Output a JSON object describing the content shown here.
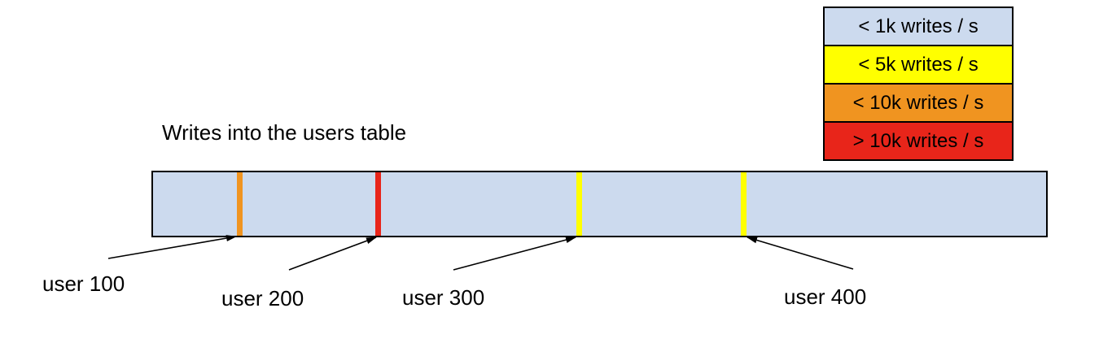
{
  "title": "Writes into the users table",
  "legend": {
    "items": [
      {
        "label": "< 1k writes / s",
        "color": "#ccdaee"
      },
      {
        "label": "< 5k writes / s",
        "color": "#ffff00"
      },
      {
        "label": "< 10k writes / s",
        "color": "#f09420"
      },
      {
        "label": "> 10k writes / s",
        "color": "#e8251a"
      }
    ]
  },
  "bar": {
    "fill": "#ccdaee",
    "border_color": "#000000",
    "markers": [
      {
        "label": "user 100",
        "color": "#f09420"
      },
      {
        "label": "user 200",
        "color": "#e8251a"
      },
      {
        "label": "user 300",
        "color": "#ffff00"
      },
      {
        "label": "user 400",
        "color": "#ffff00"
      }
    ]
  }
}
